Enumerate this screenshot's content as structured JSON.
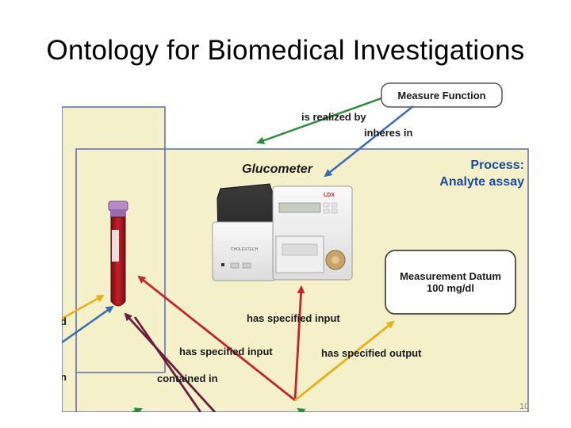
{
  "slide": {
    "title": "Ontology for Biomedical Investigations",
    "page_number": "10"
  },
  "diagram": {
    "nodes": {
      "measure_function": "Measure Function",
      "glucometer": "Glucometer",
      "process_line1": "Process:",
      "process_line2": "Analyte assay",
      "datum_line1": "Measurement Datum",
      "datum_line2": "100 mg/dl",
      "device_brand": "LDX",
      "device_model": "CHOLESTECH"
    },
    "relations": {
      "is_realized_by": "is realized by",
      "inheres_in": "inheres in",
      "has_specified_input_1": "has specified input",
      "has_specified_input_2": "has specified input",
      "has_specified_output": "has specified output",
      "contained_in": "contained in",
      "cut_left_1": "d",
      "cut_left_2": "n"
    },
    "colors": {
      "panel_fill": "#f4f0c9",
      "panel_border": "#5a6bb0",
      "arrow_green": "#2e8b3c",
      "arrow_blue": "#3a6cb5",
      "arrow_red": "#c0262b",
      "arrow_yellow": "#e3b21a",
      "arrow_purple": "#6b1e3e",
      "process_text": "#1a4a9a"
    }
  }
}
